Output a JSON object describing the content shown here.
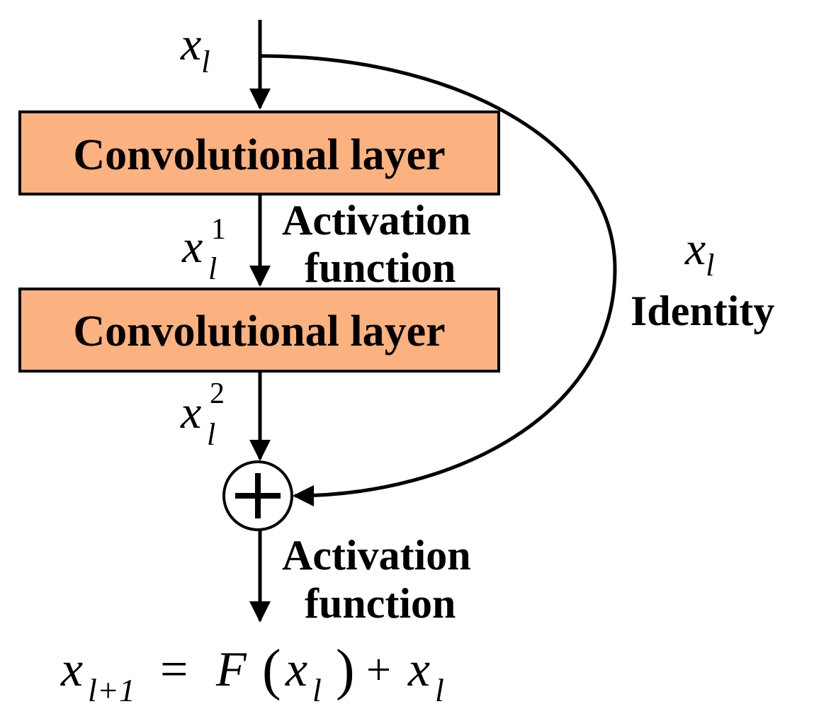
{
  "colors": {
    "box_fill": "#fbb280",
    "stroke": "#000000",
    "background": "#ffffff"
  },
  "layers": {
    "first": "Convolutional layer",
    "second": "Convolutional layer"
  },
  "labels": {
    "activation_1_line1": "Activation",
    "activation_1_line2": "function",
    "activation_2_line1": "Activation",
    "activation_2_line2": "function",
    "identity": "Identity"
  },
  "math": {
    "input_var": "x",
    "input_sub": "l",
    "x1_var": "x",
    "x1_sub": "l",
    "x1_sup": "1",
    "x2_var": "x",
    "x2_sub": "l",
    "x2_sup": "2",
    "skip_var": "x",
    "skip_sub": "l",
    "out_lhs_var": "x",
    "out_lhs_sub": "l+1",
    "out_eq": "=",
    "out_F": "F",
    "out_lparen": "(",
    "out_arg_var": "x",
    "out_arg_sub": "l",
    "out_rparen": ")",
    "out_plus": "+",
    "out_rhs_var": "x",
    "out_rhs_sub": "l"
  },
  "icons": {
    "sum_node": "plus-circle-icon"
  }
}
